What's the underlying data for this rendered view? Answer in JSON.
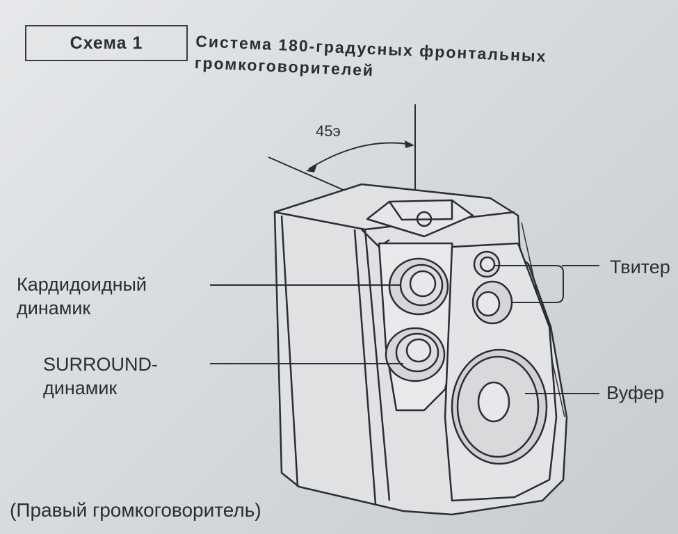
{
  "header": {
    "scheme_label": "Схема 1",
    "title": "Система 180-градусных фронтальных громкоговорителей"
  },
  "diagram": {
    "angle_label": "45э",
    "labels": {
      "cardioid": "Кардидоидный динамик",
      "surround": "SURROUND-динамик",
      "tweeter": "Твитер",
      "woofer": "Вуфер"
    },
    "caption": "(Правый громкоговоритель)"
  }
}
